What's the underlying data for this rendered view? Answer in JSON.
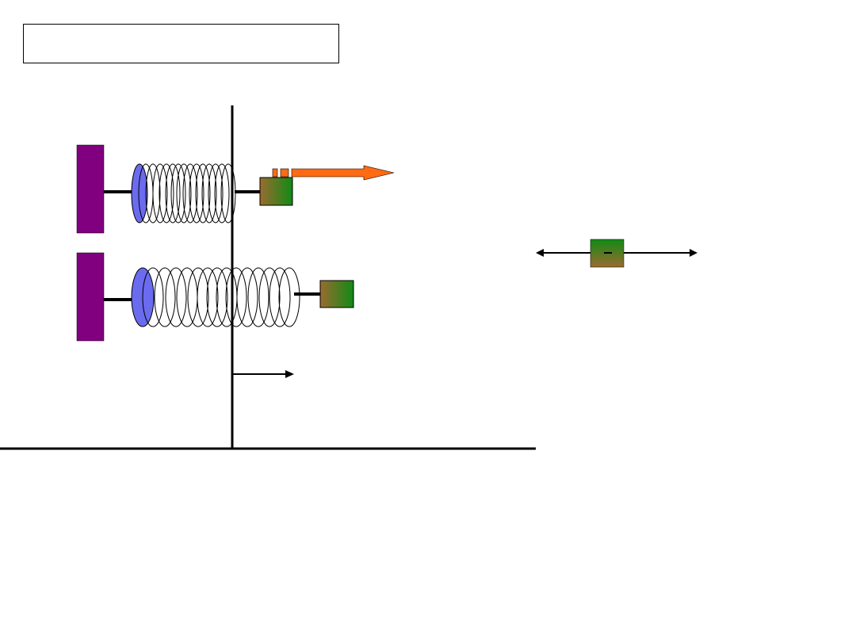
{
  "title_box": {
    "text": ""
  },
  "colors": {
    "wall": "#800080",
    "spring_plate": "#6b6bef",
    "spring_coil": "#000000",
    "block_green": "#118a16",
    "block_brown": "#9b6b2f",
    "velocity_arrow": "#ff6a13",
    "lines": "#000000"
  },
  "diagram": {
    "top_spring": {
      "state": "compressed"
    },
    "bottom_spring": {
      "state": "stretched"
    },
    "icons": [
      "equilibrium-axis",
      "floor-line",
      "displacement-arrow",
      "velocity-arrow",
      "oscillation-arrows"
    ]
  }
}
